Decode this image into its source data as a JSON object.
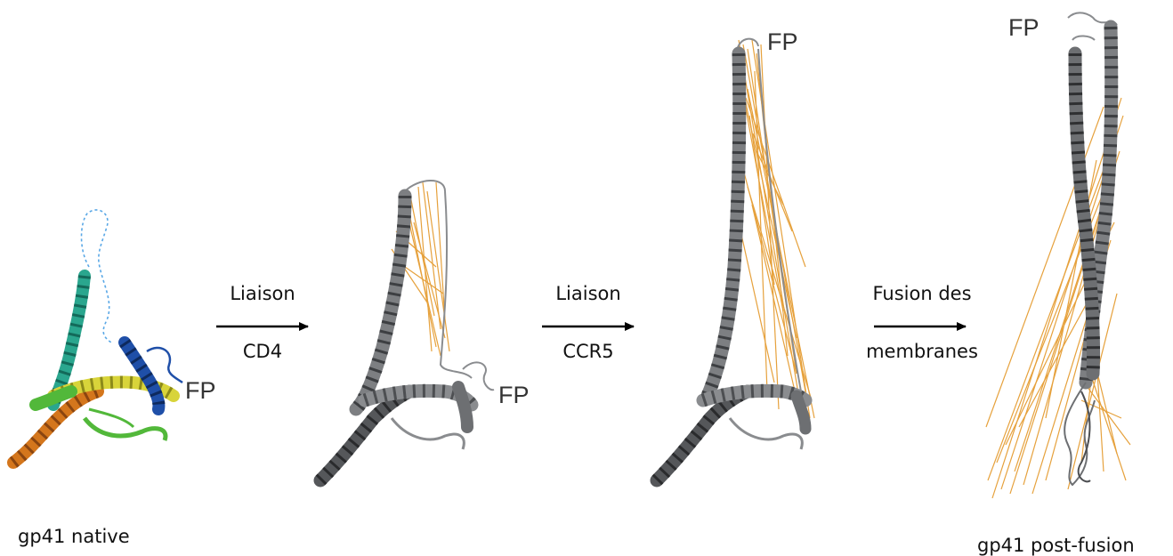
{
  "stages": [
    {
      "fp_label": "FP",
      "caption": "gp41 native"
    },
    {
      "fp_label": "FP"
    },
    {
      "fp_label": "FP"
    },
    {
      "fp_label": "FP",
      "caption": "gp41 post-fusion"
    }
  ],
  "transitions": [
    {
      "line1": "Liaison",
      "line2": "CD4"
    },
    {
      "line1": "Liaison",
      "line2": "CCR5"
    },
    {
      "line1": "Fusion des",
      "line2": "membranes"
    }
  ],
  "colors": {
    "helix_gray": "#7d7f82",
    "helix_dark": "#3d3f42",
    "crosslink_orange": "#e6a13c",
    "native_blue": "#1f4fa8",
    "native_teal": "#1e9a8e",
    "native_green": "#52b83a",
    "native_yellow": "#d8d43a",
    "native_orange": "#d4761c"
  }
}
